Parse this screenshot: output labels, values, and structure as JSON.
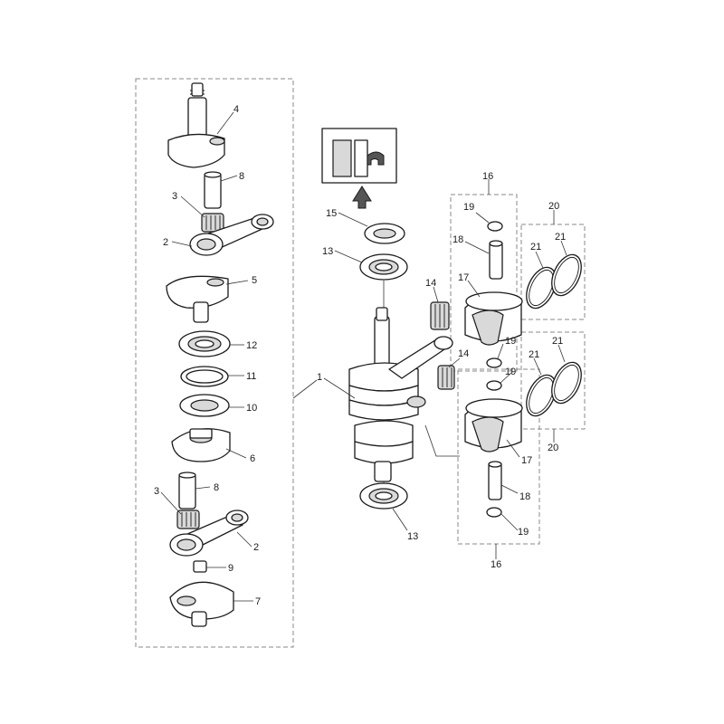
{
  "labels": {
    "part_1": "1",
    "part_2": "2",
    "part_3": "3",
    "part_4": "4",
    "part_5": "5",
    "part_6": "6",
    "part_7": "7",
    "part_8": "8",
    "part_9": "9",
    "part_10": "10",
    "part_11": "11",
    "part_12": "12",
    "part_13": "13",
    "part_14": "14",
    "part_15": "15",
    "part_16": "16",
    "part_17": "17",
    "part_18": "18",
    "part_19": "19",
    "part_20": "20",
    "part_21": "21"
  }
}
